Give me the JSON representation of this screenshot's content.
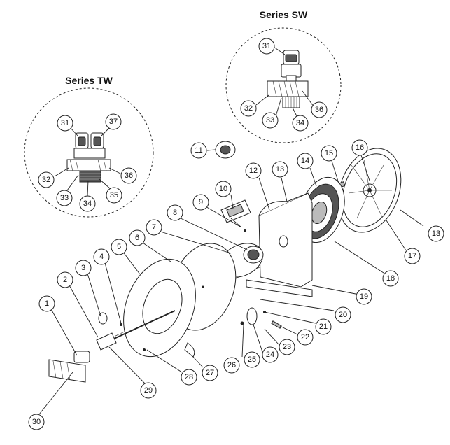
{
  "titles": {
    "series_sw": "Series SW",
    "series_tw": "Series TW"
  },
  "callouts": {
    "sw_31": "31",
    "sw_32": "32",
    "sw_33": "33",
    "sw_34": "34",
    "sw_36": "36",
    "tw_31": "31",
    "tw_37": "37",
    "tw_32": "32",
    "tw_33": "33",
    "tw_34": "34",
    "tw_35": "35",
    "tw_36": "36",
    "p1": "1",
    "p2": "2",
    "p3": "3",
    "p4": "4",
    "p5": "5",
    "p6": "6",
    "p7": "7",
    "p8": "8",
    "p9": "9",
    "p10": "10",
    "p11": "11",
    "p12": "12",
    "p13a": "13",
    "p13b": "13",
    "p14": "14",
    "p15": "15",
    "p16": "16",
    "p17": "17",
    "p18": "18",
    "p19": "19",
    "p20": "20",
    "p21": "21",
    "p22": "22",
    "p23": "23",
    "p24": "24",
    "p25": "25",
    "p26": "26",
    "p27": "27",
    "p28": "28",
    "p29": "29",
    "p30": "30"
  }
}
